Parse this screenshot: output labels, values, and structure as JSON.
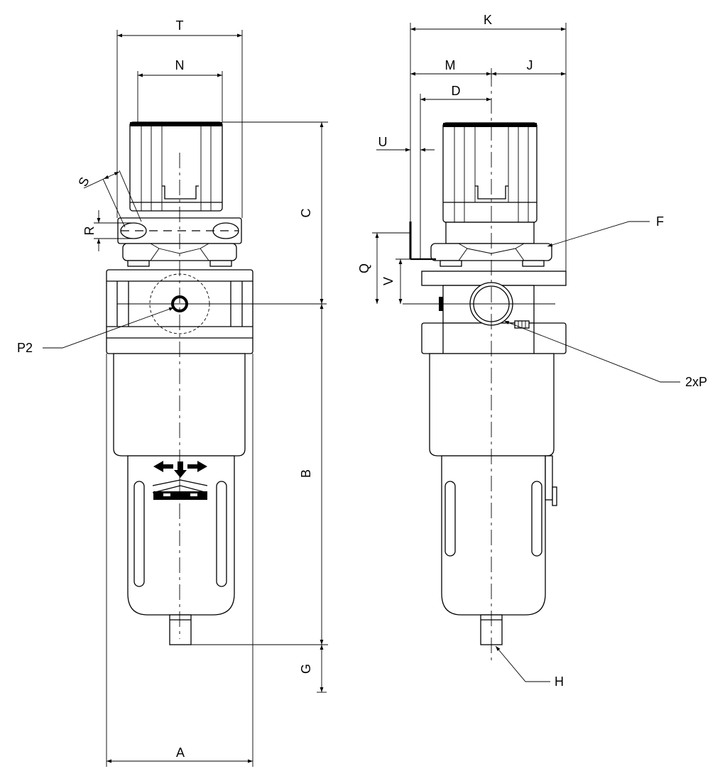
{
  "labels": {
    "T": "T",
    "N": "N",
    "S": "S",
    "R": "R",
    "C": "C",
    "P2": "P2",
    "B": "B",
    "G": "G",
    "A": "A",
    "K": "K",
    "M": "M",
    "J": "J",
    "D": "D",
    "U": "U",
    "F": "F",
    "Q": "Q",
    "V": "V",
    "twoxP": "2xP",
    "H": "H"
  }
}
